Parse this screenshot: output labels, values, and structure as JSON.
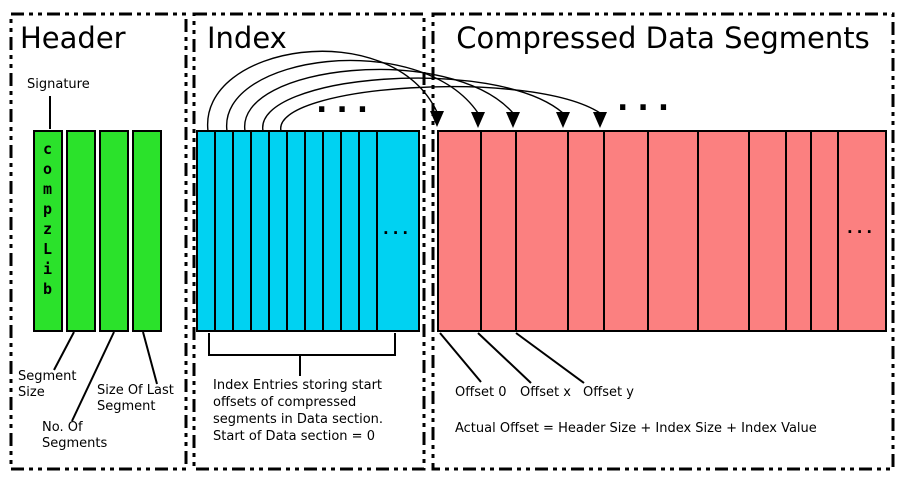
{
  "diagram": {
    "header": {
      "title": "Header",
      "signature_label": "Signature",
      "signature_value": "compzLib",
      "labels": {
        "segment_size": "Segment Size",
        "no_of_segments": "No. Of Segments",
        "size_of_last_segment": "Size Of Last Segment"
      }
    },
    "index": {
      "title": "Index",
      "caption": {
        "line1": "Index Entries storing start",
        "line2": "offsets of compressed",
        "line3": "segments in Data section.",
        "line4": "Start of Data section = 0"
      },
      "ellipsis_arrows": "...",
      "ellipsis_block": "..."
    },
    "data_segments": {
      "title": "Compressed Data Segments",
      "offsets": {
        "offset0": "Offset 0",
        "offsetx": "Offset x",
        "offsety": "Offset y"
      },
      "formula": "Actual Offset = Header Size + Index Size + Index Value",
      "ellipsis_arrows": "...",
      "ellipsis_block": "..."
    },
    "colors": {
      "header_block": "#2BE22B",
      "index_block": "#00D2F2",
      "data_block": "#FB8080",
      "line": "#000000",
      "background": "#FFFFFF"
    }
  }
}
